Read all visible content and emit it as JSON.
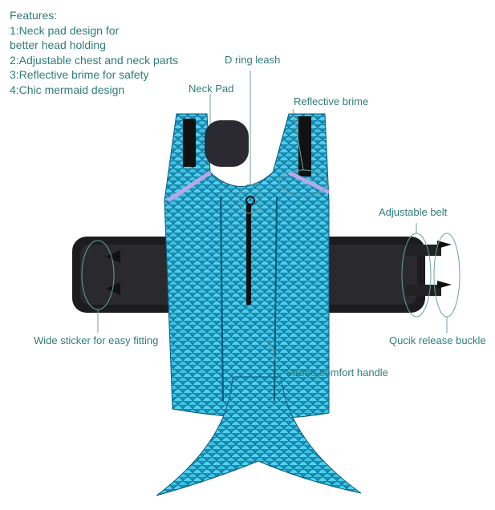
{
  "features": {
    "title": "Features:",
    "items": [
      "1:Neck pad design for",
      "better head holding",
      "2:Adjustable chest and neck parts",
      "3:Reflective brime for safety",
      "4:Chic mermaid design"
    ]
  },
  "callouts": {
    "d_ring": "D ring leash",
    "neck_pad": "Neck Pad",
    "reflective": "Reflective brime",
    "adjustable_belt": "Adjustable belt",
    "wide_sticker": "Wide sticker for easy fitting",
    "quick_release": "Qucik release buckle",
    "handle": "Strong comfort handle"
  },
  "colors": {
    "text": "#2e7d7a",
    "scales": "#2fb6d8",
    "strap": "#1c1c1e"
  }
}
